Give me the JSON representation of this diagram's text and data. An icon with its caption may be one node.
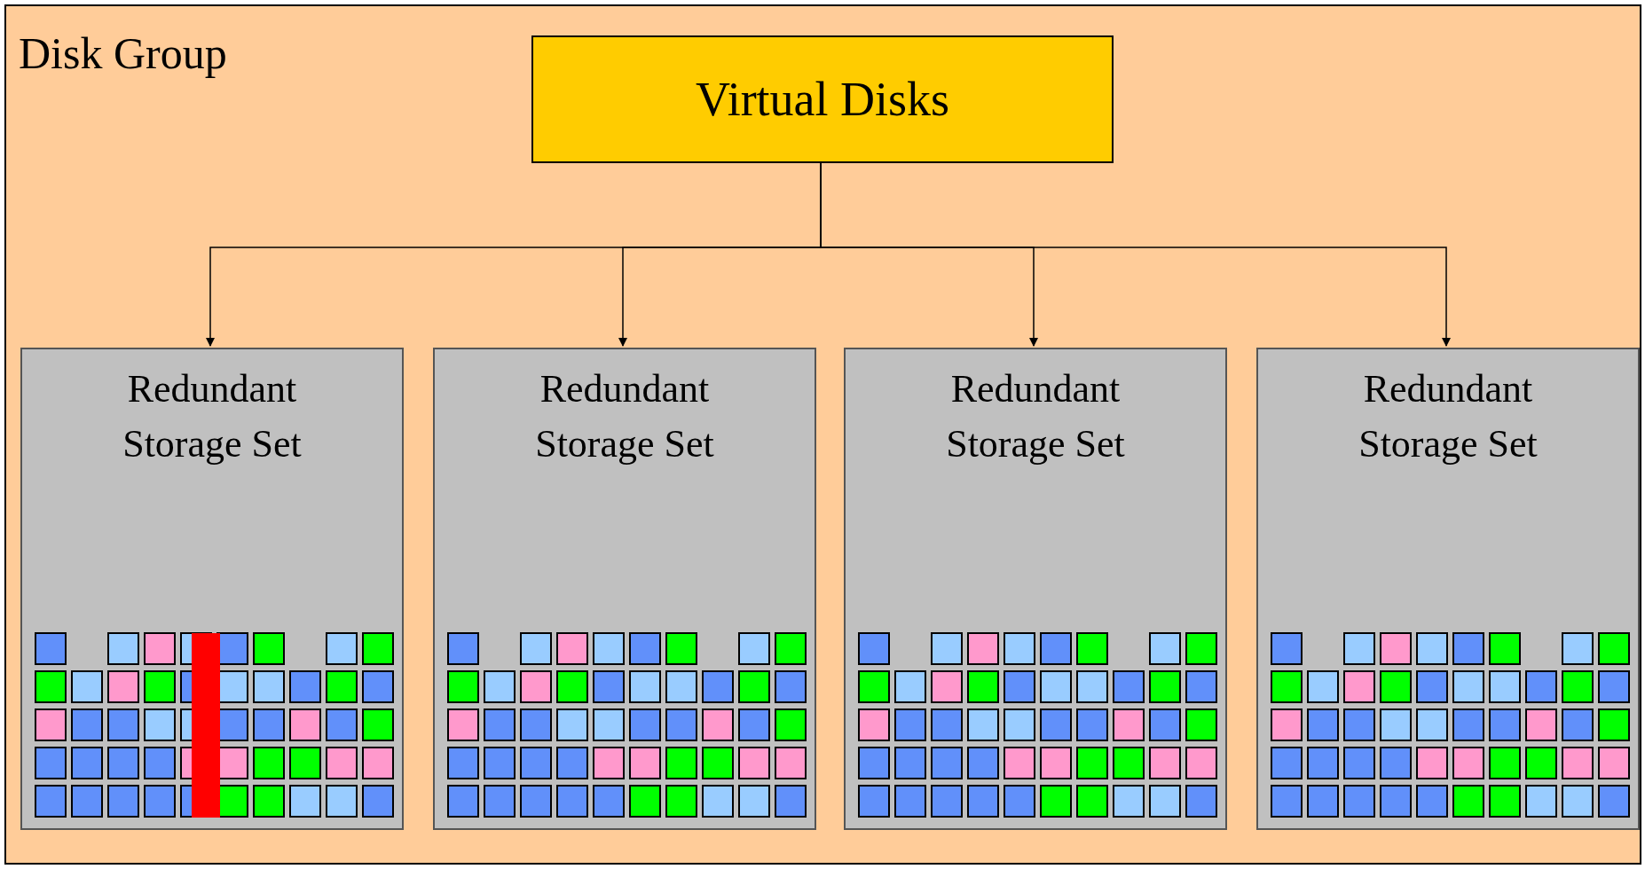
{
  "diagram": {
    "nodes": [
      {
        "text": [
          "Disk Group"
        ]
      },
      {
        "text": [
          "Virtual Disks"
        ],
        "in": 0
      },
      {
        "text": [
          "Redundant Storage Set"
        ],
        "in": 0
      },
      {
        "text": [
          "Redundant Storage Set"
        ],
        "in": 0
      },
      {
        "text": [
          "Redundant Storage Set"
        ],
        "in": 0
      },
      {
        "text": [
          "Redundant Storage Set"
        ],
        "in": 0
      }
    ],
    "edges": [
      {
        "from": 1,
        "to": 2,
        "arrow": "to"
      },
      {
        "from": 1,
        "to": 3,
        "arrow": "to"
      },
      {
        "from": 1,
        "to": 4,
        "arrow": "to"
      },
      {
        "from": 1,
        "to": 5,
        "arrow": "to"
      }
    ]
  }
}
